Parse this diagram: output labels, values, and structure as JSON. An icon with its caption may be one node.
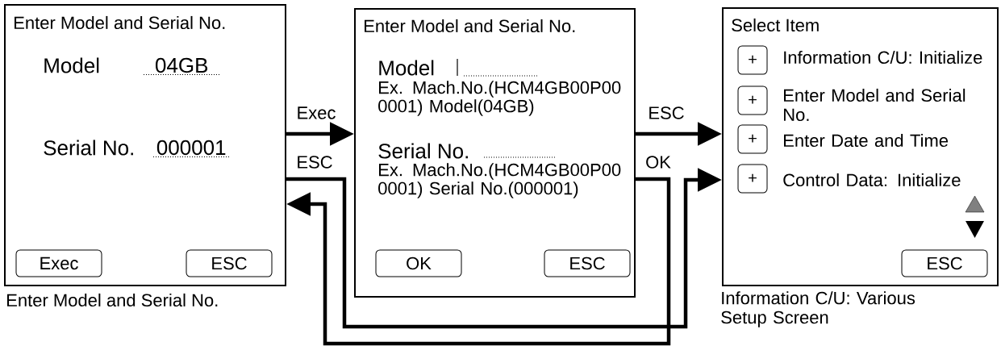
{
  "diagram": {
    "nodes": [
      {
        "text": [
          "Enter Model and Serial No.",
          "Model",
          "04GB",
          "Serial No.",
          "000001"
        ],
        "beside": [
          "Enter Model and Serial No."
        ]
      },
      {
        "text": [
          "Exec"
        ],
        "in": 0
      },
      {
        "text": [
          "ESC"
        ],
        "in": 0
      },
      {
        "text": [
          "Enter Model and Serial No.",
          "Model",
          "Ex. Mach.No.(HCM4GB00P00 0001) Model(04GB)",
          "Serial No.",
          "Ex. Mach.No.(HCM4GB00P00 0001) Serial No.(000001)"
        ]
      },
      {
        "text": [
          "OK"
        ],
        "in": 3
      },
      {
        "text": [
          "ESC"
        ],
        "in": 3
      },
      {
        "text": [
          "Select Item"
        ],
        "beside": [
          "Information C/U: Various Setup Screen"
        ]
      },
      {
        "text": [
          "+"
        ],
        "in": 6,
        "beside": [
          "Information C/U: Initialize"
        ]
      },
      {
        "text": [
          "+"
        ],
        "in": 6,
        "beside": [
          "Enter Model and Serial No."
        ]
      },
      {
        "text": [
          "+"
        ],
        "in": 6,
        "beside": [
          "Enter Date and Time"
        ]
      },
      {
        "text": [
          "+"
        ],
        "in": 6,
        "beside": [
          "Control Data: Initialize"
        ]
      },
      {
        "text": [
          "ESC"
        ],
        "in": 6
      }
    ],
    "edges": [
      {
        "from": 0,
        "to": 3,
        "arrow": "to",
        "label": "Exec"
      },
      {
        "from": 0,
        "to": 6,
        "arrow": "to",
        "label": "ESC"
      },
      {
        "from": 3,
        "to": 6,
        "arrow": "to",
        "label": "ESC"
      },
      {
        "from": 3,
        "to": 0,
        "arrow": "to",
        "label": "OK"
      }
    ]
  }
}
